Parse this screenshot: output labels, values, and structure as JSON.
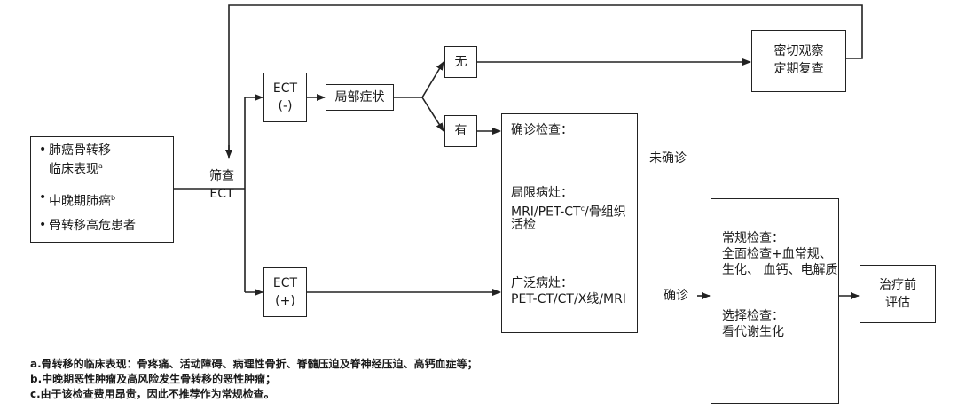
{
  "nodes": {
    "clinical": {
      "item1_line1": "肺癌骨转移",
      "item1_line2": "临床表现",
      "item1_sup": "a",
      "item2": "中晚期肺癌",
      "item2_sup": "b",
      "item3": "骨转移高危患者"
    },
    "screening": {
      "line1": "筛查",
      "line2": "ECT"
    },
    "ect_neg": {
      "line1": "ECT",
      "line2": "(-)"
    },
    "ect_pos": {
      "line1": "ECT",
      "line2": "(+)"
    },
    "local_symptoms": "局部症状",
    "no": "无",
    "yes": "有",
    "observe": {
      "line1": "密切观察",
      "line2": "定期复查"
    },
    "confirm_box": {
      "title": "确诊检查：",
      "local_title": "局限病灶：",
      "local_line1": "MRI/PET-CT",
      "local_sup": "c",
      "local_line1b": "/骨组织",
      "local_line2": "活检",
      "wide_title": "广泛病灶：",
      "wide_line": "PET-CT/CT/X线/MRI"
    },
    "unconfirmed": "未确诊",
    "confirmed": "确诊",
    "routine_box": {
      "routine_title": "常规检查：",
      "routine_line1": "全面检查+血常规、",
      "routine_line2": "生化、 血钙、电解质",
      "optional_title": "选择检查：",
      "optional_line": "看代谢生化"
    },
    "pretreat": {
      "line1": "治疗前",
      "line2": "评估"
    }
  },
  "footnotes": {
    "a": "a.骨转移的临床表现：骨疼痛、活动障碍、病理性骨折、脊髓压迫及脊神经压迫、高钙血症等；",
    "b": "b.中晚期恶性肿瘤及高风险发生骨转移的恶性肿瘤；",
    "c": "c.由于该检查费用昂贵，因此不推荐作为常规检查。"
  }
}
